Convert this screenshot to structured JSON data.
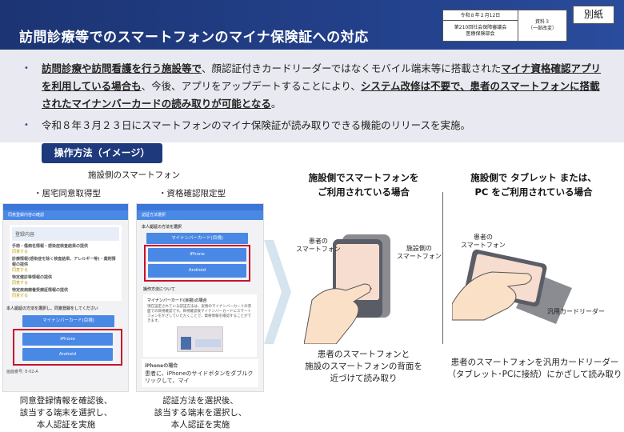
{
  "header": {
    "title": "訪問診療等でのスマートフォンのマイナ保険証への対応",
    "date": "令和８年２月12日",
    "meeting_line1": "第210回社会保障審議会",
    "meeting_line2": "医療保険部会",
    "doc_line1": "資料３",
    "doc_line2": "（一部改変）",
    "attachment": "別紙"
  },
  "summary": {
    "bullet1": {
      "p1": "訪問診療や訪問看護を行う施設等で",
      "p2": "、顔認証付きカードリーダーではなくモバイル端末等に搭載された",
      "p3": "マイナ資格確認アプリを利用している場合も",
      "p4": "、今後、アプリをアップデートすることにより、",
      "p5": "システム改修は不要で、患者のスマートフォンに搭載されたマイナンバーカードの読み取りが可能となる",
      "p6": "。"
    },
    "bullet2": "令和８年３月２３日にスマートフォンのマイナ保険証が読み取りできる機能のリリースを実施。"
  },
  "section_label": "操作方法（イメージ）",
  "facility_phone": {
    "label": "施設側のスマートフォン",
    "type1": "・居宅同意取得型",
    "type2": "・資格確認限定型",
    "screen1": {
      "title": "同意登録内容の確認",
      "section": "登録内容",
      "items": [
        "手術・傷病名情報・感染症検査結果の提供",
        "診療情報(感染症を除く検査結果、アレルギー等)・薬剤情報の提供",
        "特定健診等情報の提供",
        "特定疾病療養受療証情報の提供"
      ],
      "agree": "同意する",
      "prompt": "本人認証の方法を選択し、同意登録をしてください",
      "btn_card": "マイナンバーカード(目視)",
      "btn_iphone": "iPhone",
      "btn_android": "Android",
      "screen_no": "画面番号: E-02-A"
    },
    "screen2": {
      "title": "認証方法選択",
      "prompt": "本人認証の方法を選択",
      "btn_card": "マイナンバーカード(目視)",
      "btn_iphone": "iPhone",
      "btn_android": "Android",
      "about": "操作方法について",
      "card_case": "マイナンバーカード(目視)の場合",
      "card_desc": "現在設定されている認証方法は、実物のマイナンバーカードの券面での目視確認です。目視確認後マイナンバーカードにスマートフォンをかざしていただくことで、資格情報を確認することができます。",
      "iphone_case": "iPhoneの場合",
      "iphone_desc": "患者に、iPhoneのサイドボタンをダブルクリックして、マイ"
    },
    "caption1": [
      "同意登録情報を確認後、",
      "該当する端末を選択し、",
      "本人認証を実施"
    ],
    "caption2": [
      "認証方法を選択後、",
      "該当する端末を選択し、",
      "本人認証を実施"
    ]
  },
  "smartphone_case": {
    "heading": [
      "施設側でスマートフォンを",
      "ご利用されている場合"
    ],
    "label_patient": [
      "患者の",
      "スマートフォン"
    ],
    "label_facility": [
      "施設側の",
      "スマートフォン"
    ],
    "caption": [
      "患者のスマートフォンと",
      "施設のスマートフォンの背面を",
      "近づけて読み取り"
    ]
  },
  "tablet_case": {
    "heading": [
      "施設側で タブレット または、",
      "PC をご利用されている場合"
    ],
    "label_patient": [
      "患者の",
      "スマートフォン"
    ],
    "label_reader": "汎用カードリーダー",
    "caption": [
      "患者のスマートフォンを汎用カードリーダー",
      "（タブレット･PCに接続）にかざして読み取り"
    ]
  }
}
